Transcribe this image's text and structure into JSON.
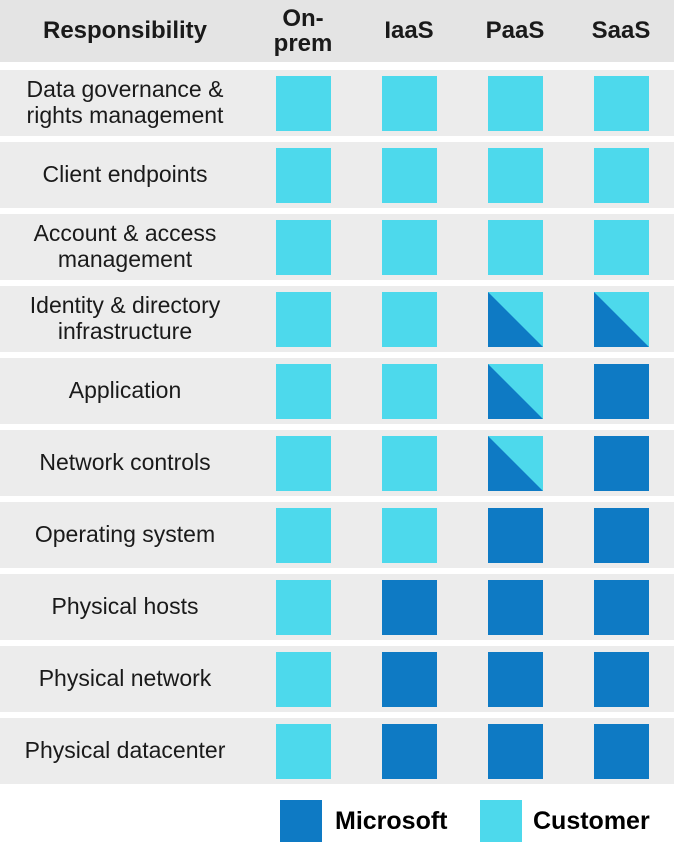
{
  "header": {
    "responsibility": "Responsibility",
    "columns": [
      "On-\nprem",
      "IaaS",
      "PaaS",
      "SaaS"
    ]
  },
  "table": {
    "rows": [
      {
        "label": "Data governance & rights management",
        "cells": [
          "customer",
          "customer",
          "customer",
          "customer"
        ]
      },
      {
        "label": "Client endpoints",
        "cells": [
          "customer",
          "customer",
          "customer",
          "customer"
        ]
      },
      {
        "label": "Account & access management",
        "cells": [
          "customer",
          "customer",
          "customer",
          "customer"
        ]
      },
      {
        "label": "Identity & directory infrastructure",
        "cells": [
          "customer",
          "customer",
          "shared",
          "shared"
        ]
      },
      {
        "label": "Application",
        "cells": [
          "customer",
          "customer",
          "shared",
          "microsoft"
        ]
      },
      {
        "label": "Network controls",
        "cells": [
          "customer",
          "customer",
          "shared",
          "microsoft"
        ]
      },
      {
        "label": "Operating system",
        "cells": [
          "customer",
          "customer",
          "microsoft",
          "microsoft"
        ]
      },
      {
        "label": "Physical hosts",
        "cells": [
          "customer",
          "microsoft",
          "microsoft",
          "microsoft"
        ]
      },
      {
        "label": "Physical network",
        "cells": [
          "customer",
          "microsoft",
          "microsoft",
          "microsoft"
        ]
      },
      {
        "label": "Physical datacenter",
        "cells": [
          "customer",
          "microsoft",
          "microsoft",
          "microsoft"
        ]
      }
    ]
  },
  "legend": {
    "microsoft_label": "Microsoft",
    "customer_label": "Customer"
  },
  "colors": {
    "microsoft": "#0e7ac4",
    "customer": "#4dd9ec"
  }
}
